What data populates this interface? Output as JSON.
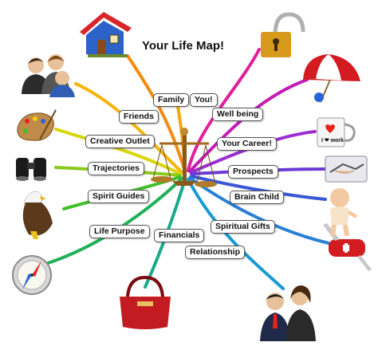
{
  "title": "Your Life Map!",
  "labels": {
    "family": "Family",
    "you": "You!",
    "friends": "Friends",
    "wellbeing": "Well being",
    "creative": "Creative Outlet",
    "career": "Your Career!",
    "trajectories": "Trajectories",
    "prospects": "Prospects",
    "spirit_guides": "Spirit Guides",
    "brain_child": "Brain Child",
    "life_purpose": "Life Purpose",
    "spiritual_gifts": "Spiritual Gifts",
    "financials": "Financials",
    "relationship": "Relationship"
  },
  "mug_text": "I ❤ work",
  "colors": {
    "red": "#e8221a",
    "orange": "#f58a12",
    "yellow": "#f2d20c",
    "green": "#3fbf2a",
    "teal": "#1aa9a0",
    "blue": "#2a63d6",
    "purple": "#8a2fd0",
    "magenta": "#e0209a"
  }
}
